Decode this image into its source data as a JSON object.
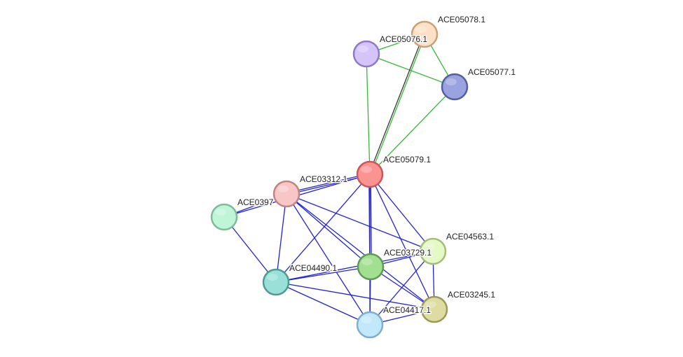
{
  "colors": {
    "background": "#ffffff",
    "edge_blue": "#2222dd",
    "edge_green": "#33bb33",
    "edge_dark": "#333333"
  },
  "nodes": [
    {
      "id": "ACE05078",
      "label": "ACE05078.1",
      "fill": "#fde0c6",
      "stroke": "#c8a07a"
    },
    {
      "id": "ACE05076",
      "label": "ACE05076.1",
      "fill": "#d5c4fa",
      "stroke": "#8d7ac4"
    },
    {
      "id": "ACE05077",
      "label": "ACE05077.1",
      "fill": "#9aa3e0",
      "stroke": "#555f9e"
    },
    {
      "id": "ACE05079",
      "label": "ACE05079.1",
      "fill": "#fb9393",
      "stroke": "#c85858"
    },
    {
      "id": "ACE03312",
      "label": "ACE03312.1",
      "fill": "#f9c6c6",
      "stroke": "#be8484"
    },
    {
      "id": "ACE0397",
      "label": "ACE0397",
      "fill": "#c0f5d8",
      "stroke": "#7dbb99"
    },
    {
      "id": "ACE04563",
      "label": "ACE04563.1",
      "fill": "#e4f9c6",
      "stroke": "#a4bc7c"
    },
    {
      "id": "ACE03729",
      "label": "ACE03729.1",
      "fill": "#a0e090",
      "stroke": "#5f9a55"
    },
    {
      "id": "ACE04490",
      "label": "ACE04490.1",
      "fill": "#98e0d8",
      "stroke": "#4f9a92"
    },
    {
      "id": "ACE03245",
      "label": "ACE03245.1",
      "fill": "#dedca0",
      "stroke": "#9a985a"
    },
    {
      "id": "ACE04417",
      "label": "ACE04417.1",
      "fill": "#c2e8fc",
      "stroke": "#7faecb"
    }
  ],
  "edges": [
    {
      "source": "ACE05076",
      "target": "ACE05078",
      "types": [
        "green"
      ]
    },
    {
      "source": "ACE05076",
      "target": "ACE05077",
      "types": [
        "green"
      ]
    },
    {
      "source": "ACE05078",
      "target": "ACE05077",
      "types": [
        "green"
      ]
    },
    {
      "source": "ACE05078",
      "target": "ACE05079",
      "types": [
        "green",
        "dark"
      ]
    },
    {
      "source": "ACE05076",
      "target": "ACE05079",
      "types": [
        "green"
      ]
    },
    {
      "source": "ACE05077",
      "target": "ACE05079",
      "types": [
        "green"
      ]
    },
    {
      "source": "ACE05079",
      "target": "ACE03312",
      "types": [
        "blue",
        "blue"
      ]
    },
    {
      "source": "ACE05079",
      "target": "ACE0397",
      "types": [
        "blue"
      ]
    },
    {
      "source": "ACE05079",
      "target": "ACE03729",
      "types": [
        "blue",
        "blue"
      ]
    },
    {
      "source": "ACE05079",
      "target": "ACE04563",
      "types": [
        "blue"
      ]
    },
    {
      "source": "ACE05079",
      "target": "ACE03245",
      "types": [
        "blue"
      ]
    },
    {
      "source": "ACE05079",
      "target": "ACE04490",
      "types": [
        "blue"
      ]
    },
    {
      "source": "ACE05079",
      "target": "ACE04417",
      "types": [
        "blue"
      ]
    },
    {
      "source": "ACE03312",
      "target": "ACE0397",
      "types": [
        "blue"
      ]
    },
    {
      "source": "ACE03312",
      "target": "ACE04490",
      "types": [
        "blue"
      ]
    },
    {
      "source": "ACE03312",
      "target": "ACE03729",
      "types": [
        "blue"
      ]
    },
    {
      "source": "ACE03312",
      "target": "ACE04563",
      "types": [
        "blue"
      ]
    },
    {
      "source": "ACE03312",
      "target": "ACE04417",
      "types": [
        "blue"
      ]
    },
    {
      "source": "ACE03312",
      "target": "ACE03245",
      "types": [
        "blue"
      ]
    },
    {
      "source": "ACE0397",
      "target": "ACE04490",
      "types": [
        "blue"
      ]
    },
    {
      "source": "ACE03729",
      "target": "ACE04490",
      "types": [
        "blue"
      ]
    },
    {
      "source": "ACE03729",
      "target": "ACE04563",
      "types": [
        "blue"
      ]
    },
    {
      "source": "ACE03729",
      "target": "ACE03245",
      "types": [
        "blue"
      ]
    },
    {
      "source": "ACE03729",
      "target": "ACE04417",
      "types": [
        "blue"
      ]
    },
    {
      "source": "ACE04490",
      "target": "ACE04563",
      "types": [
        "blue"
      ]
    },
    {
      "source": "ACE04490",
      "target": "ACE04417",
      "types": [
        "blue"
      ]
    },
    {
      "source": "ACE04490",
      "target": "ACE03245",
      "types": [
        "blue"
      ]
    },
    {
      "source": "ACE04563",
      "target": "ACE03245",
      "types": [
        "blue"
      ]
    },
    {
      "source": "ACE04563",
      "target": "ACE04417",
      "types": [
        "blue"
      ]
    },
    {
      "source": "ACE04417",
      "target": "ACE03245",
      "types": [
        "blue"
      ]
    }
  ]
}
